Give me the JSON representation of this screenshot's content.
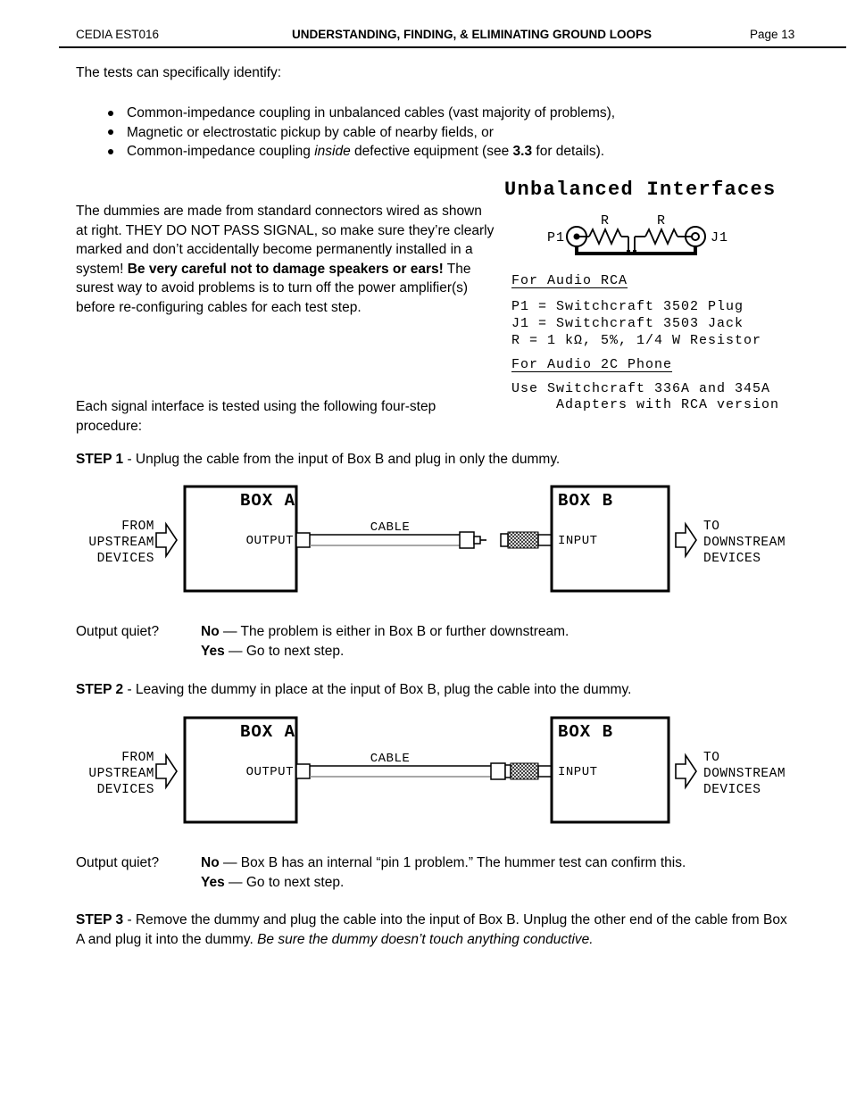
{
  "header": {
    "doc_id": "CEDIA EST016",
    "title": "UNDERSTANDING, FINDING, & ELIMINATING GROUND LOOPS",
    "page_number": "Page 13"
  },
  "intro": {
    "lead": "The tests can specifically identify:",
    "bullet1": "Common-impedance coupling in unbalanced cables (vast majority of problems),",
    "bullet2": "Magnetic or electrostatic pickup by cable of nearby fields, or",
    "bullet3_pre": "Common-impedance coupling ",
    "bullet3_italic": "inside",
    "bullet3_mid": " defective equipment (see ",
    "bullet3_bold": "3.3",
    "bullet3_post": " for details)."
  },
  "dummies": {
    "pre": "The dummies are made from standard connectors wired as shown at right. THEY DO NOT PASS SIGNAL, so make sure they’re clearly marked and don’t accidentally become permanently installed in a system! ",
    "bold": "Be very careful not to damage speakers or ears!",
    "post": " The surest way to avoid problems is to turn off the power amplifier(s) before re-configuring cables for each test step."
  },
  "figure": {
    "title": "Unbalanced Interfaces",
    "p1_label": "P1",
    "j1_label": "J1",
    "r1_label": "R",
    "r2_label": "R",
    "rca_heading": "For Audio RCA",
    "rca_line1": "P1 = Switchcraft 3502 Plug",
    "rca_line2": "J1 = Switchcraft 3503 Jack",
    "rca_line3": "R = 1 kΩ, 5%, 1/4 W Resistor",
    "phone_heading": "For Audio 2C Phone",
    "phone_line1": "Use Switchcraft 336A and 345A",
    "phone_line2": "Adapters with RCA version"
  },
  "procedure": {
    "intro": "Each signal interface is tested using the following four-step procedure:"
  },
  "step1": {
    "label": "STEP 1",
    "text": " - Unplug the cable from the input of Box B and plug in only the dummy."
  },
  "step2": {
    "label": "STEP 2",
    "text": " - Leaving the dummy in place at the input of Box B, plug the cable into the dummy."
  },
  "step3": {
    "label": "STEP 3",
    "text": " - Remove the dummy and plug the cable into the input of Box B. Unplug the other end of the cable from Box A and plug it into the dummy. ",
    "italic": "Be sure the dummy doesn’t touch anything conductive."
  },
  "q1": {
    "prompt": "Output quiet?",
    "no_label": "No",
    "no_text": " — The problem is either in Box B or further downstream.",
    "yes_label": "Yes",
    "yes_text": " — Go to next step."
  },
  "q2": {
    "prompt": "Output quiet?",
    "no_label": "No",
    "no_text": " — Box B has an internal “pin 1 problem.” The hummer test can confirm this.",
    "yes_label": "Yes",
    "yes_text": " — Go to next step."
  },
  "diagram": {
    "box_a": "BOX A",
    "box_b": "BOX B",
    "output_label": "OUTPUT",
    "input_label": "INPUT",
    "cable_label": "CABLE",
    "from_line1": "FROM",
    "from_line2": "UPSTREAM",
    "from_line3": "DEVICES",
    "to_line1": "TO",
    "to_line2": "DOWNSTREAM",
    "to_line3": "DEVICES"
  },
  "colors": {
    "text": "#000000",
    "background": "#ffffff"
  }
}
